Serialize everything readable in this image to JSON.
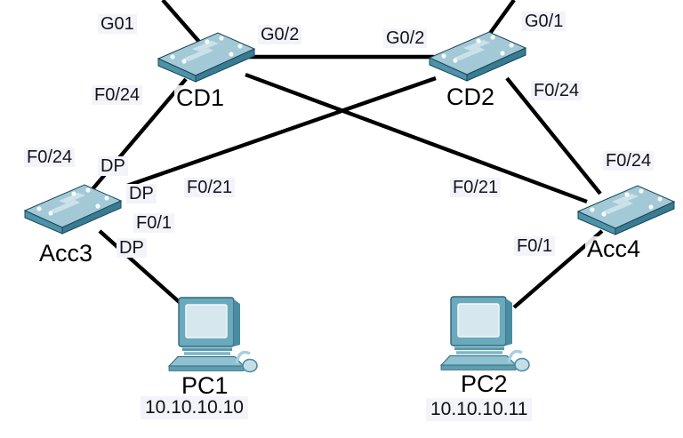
{
  "diagram_type": "network-topology",
  "devices": {
    "cd1": {
      "name": "CD1",
      "type": "switch"
    },
    "cd2": {
      "name": "CD2",
      "type": "switch"
    },
    "acc3": {
      "name": "Acc3",
      "type": "switch"
    },
    "acc4": {
      "name": "Acc4",
      "type": "switch"
    },
    "pc1": {
      "name": "PC1",
      "type": "pc",
      "ip": "10.10.10.10"
    },
    "pc2": {
      "name": "PC2",
      "type": "pc",
      "ip": "10.10.10.11"
    }
  },
  "labels": {
    "cd1_uplink": "G01",
    "cd2_uplink": "G0/1",
    "cd1_g02": "G0/2",
    "cd2_g02": "G0/2",
    "cd1_f024": "F0/24",
    "cd2_f024": "F0/24",
    "acc3_f024": "F0/24",
    "acc4_f024": "F0/24",
    "acc3_f021": "F0/21",
    "acc4_f021": "F0/21",
    "acc3_f01": "F0/1",
    "acc4_f01": "F0/1",
    "dp1": "DP",
    "dp2": "DP",
    "dp3": "DP"
  },
  "links": [
    {
      "from": "CD1",
      "to": "off-screen-top",
      "from_port_label": "G01"
    },
    {
      "from": "CD2",
      "to": "off-screen-top",
      "from_port_label": "G0/1"
    },
    {
      "from": "CD1",
      "to": "CD2",
      "from_port_label": "G0/2",
      "to_port_label": "G0/2"
    },
    {
      "from": "CD1",
      "to": "Acc3",
      "from_port_label": "F0/24",
      "to_port_label": "F0/24",
      "stp_label_at_acc3_end": "DP"
    },
    {
      "from": "CD2",
      "to": "Acc3",
      "to_port_label": "F0/21",
      "stp_label_at_acc3_end": "DP"
    },
    {
      "from": "CD2",
      "to": "Acc4",
      "from_port_label": "F0/24",
      "to_port_label": "F0/24"
    },
    {
      "from": "CD1",
      "to": "Acc4",
      "to_port_label": "F0/21"
    },
    {
      "from": "Acc3",
      "to": "PC1",
      "from_port_label": "F0/1",
      "stp_label_at_acc3_end": "DP"
    },
    {
      "from": "Acc4",
      "to": "PC2",
      "from_port_label": "F0/1"
    }
  ],
  "colors": {
    "background": "#FFFFFF",
    "link": "#000000",
    "switch_top": "#A3C9D7",
    "switch_front": "#4F93A8",
    "switch_side": "#3A7B91",
    "pc_frame": "#6BA9BD",
    "pc_screen": "#D6E8EE",
    "label_bg": "#F2F4FA",
    "text": "#111111"
  }
}
